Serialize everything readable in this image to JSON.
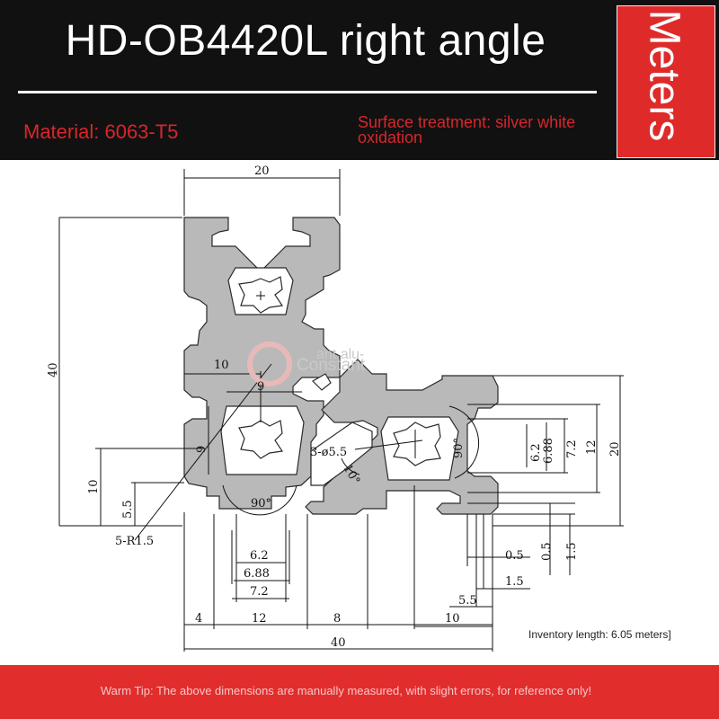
{
  "header": {
    "title": "HD-OB4420L right angle",
    "material": "Material: 6063-T5",
    "surface": "Surface treatment: silver white oxidation",
    "badge": "Meters"
  },
  "drawing": {
    "dims": {
      "d20_top": "20",
      "d40_left": "40",
      "d10_left": "10",
      "d55_left": "5.5",
      "d10_inner": "10",
      "d9_v": "9",
      "d9_h": "9",
      "hole": "3-ø5.5",
      "r": "5-R1.5",
      "ang90_bottom": "90°",
      "ang90_right": "90°",
      "ang10": "10°",
      "slot62": "6.2",
      "slot688": "6.88",
      "slot72": "7.2",
      "b4": "4",
      "b12": "12",
      "b8": "8",
      "b10": "10",
      "b40": "40",
      "r62": "6.2",
      "r688": "6.88",
      "r72": "7.2",
      "r12": "12",
      "r20": "20",
      "r05v": "0.5",
      "r15v": "1.5",
      "r05h": "0.5",
      "r15h": "1.5",
      "r55": "5.5"
    },
    "watermark": {
      "line1": "ant alu-",
      "line2": "Constant"
    }
  },
  "inventory": "Inventory length: 6.05 meters]",
  "footer": {
    "tip": "Warm Tip: The above dimensions are manually measured, with slight errors, for reference only!"
  },
  "colors": {
    "header_bg": "#111111",
    "accent_red": "#df2a2a",
    "material_text": "#d8262b",
    "profile_fill": "#b9b9b9"
  }
}
